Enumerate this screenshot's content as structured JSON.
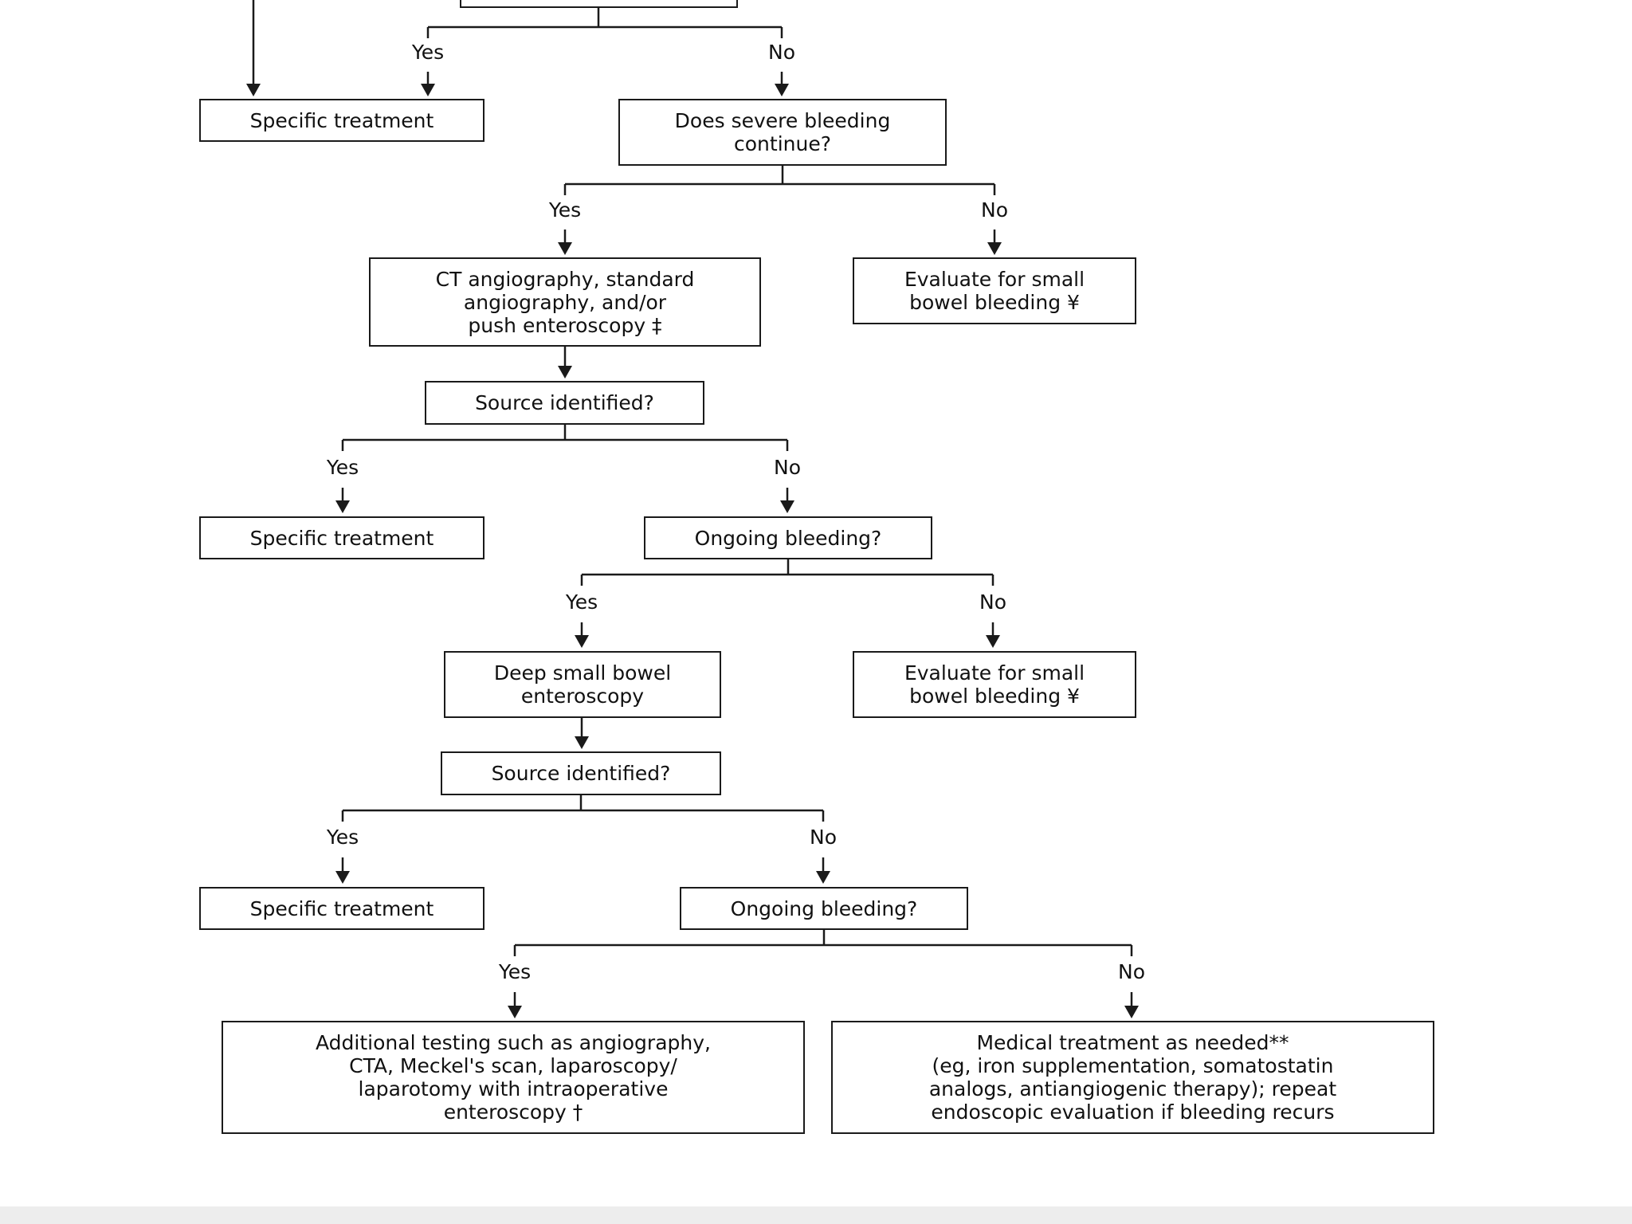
{
  "nodes": {
    "top_box": "",
    "specific_treatment_1": "Specific treatment",
    "severe_bleeding_question": "Does severe bleeding\ncontinue?",
    "ct_angiography": "CT angiography, standard\nangiography, and/or\npush enteroscopy ‡",
    "evaluate_small_bowel_1": "Evaluate for small\nbowel bleeding ¥",
    "source_identified_1": "Source identified?",
    "specific_treatment_2": "Specific treatment",
    "ongoing_bleeding_1": "Ongoing bleeding?",
    "deep_enteroscopy": "Deep small bowel\nenteroscopy",
    "evaluate_small_bowel_2": "Evaluate for small\nbowel bleeding ¥",
    "source_identified_2": "Source identified?",
    "specific_treatment_3": "Specific treatment",
    "ongoing_bleeding_2": "Ongoing bleeding?",
    "additional_testing": "Additional testing such as angiography,\nCTA, Meckel's scan, laparoscopy/\nlaparotomy with intraoperative\nenteroscopy †",
    "medical_treatment": "Medical treatment as needed**\n(eg, iron supplementation, somatostatin\nanalogs, antiangiogenic therapy); repeat\nendoscopic evaluation if bleeding recurs"
  },
  "branch_labels": {
    "yes": "Yes",
    "no": "No"
  },
  "colors": {
    "line": "#1a1a1a",
    "background": "#ffffff",
    "bottom_band": "#ededed"
  }
}
